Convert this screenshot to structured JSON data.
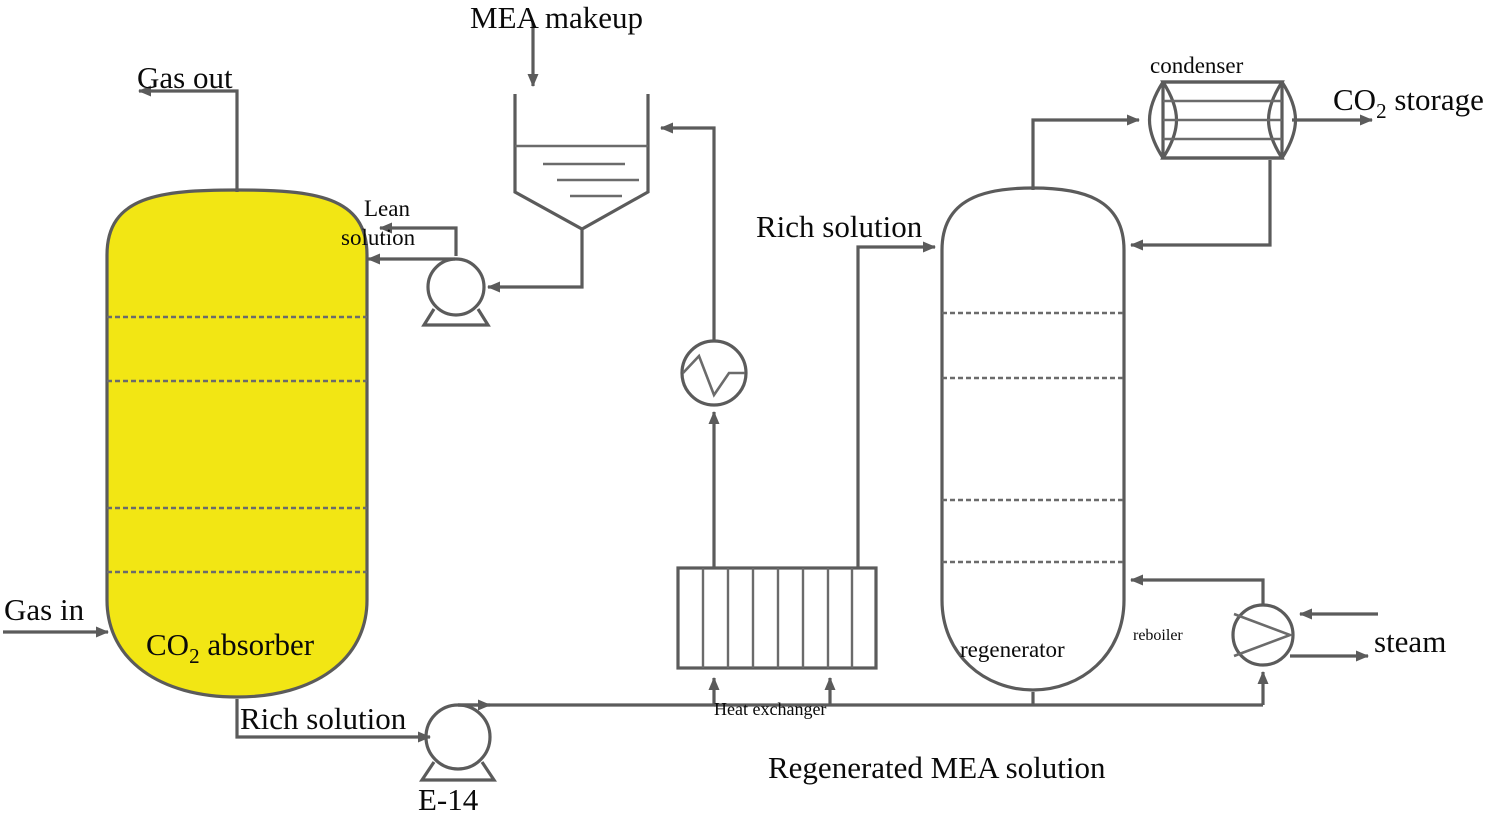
{
  "diagram": {
    "title": "MEA-based CO2 capture process flow diagram",
    "colors": {
      "absorber_fill": "#F2E614",
      "line": "#5b5b5b",
      "text": "#0a0a0a",
      "background": "#ffffff"
    }
  },
  "labels": {
    "gas_out": "Gas out",
    "gas_in": "Gas in",
    "mea_makeup": "MEA makeup",
    "lean_solution_line1": "Lean",
    "lean_solution_line2": "solution",
    "absorber_main": "CO",
    "absorber_sub": "2",
    "absorber_tail": " absorber",
    "rich_solution_bottom": "Rich solution",
    "pump_tag": "E-14",
    "heat_exchanger": "Heat exchanger",
    "rich_solution_top": "Rich solution",
    "condenser": "condenser",
    "co2_storage_main": "CO",
    "co2_storage_sub": "2",
    "co2_storage_tail": " storage",
    "regenerator": "regenerator",
    "reboiler": "reboiler",
    "steam": "steam",
    "regenerated_mea": "Regenerated MEA solution"
  },
  "equipment": [
    {
      "id": "absorber",
      "name": "CO2 absorber",
      "type": "packed-column",
      "fill": "#F2E614",
      "trays": 4
    },
    {
      "id": "mea-tank",
      "name": "MEA makeup tank",
      "type": "storage-tank"
    },
    {
      "id": "lean-pump",
      "name": "Lean solution pump",
      "type": "centrifugal-pump"
    },
    {
      "id": "rich-pump",
      "name": "E-14",
      "type": "centrifugal-pump"
    },
    {
      "id": "heat-exchanger",
      "name": "Heat exchanger",
      "type": "plate-exchanger",
      "plates": 8
    },
    {
      "id": "cooler",
      "name": "Cooler",
      "type": "heater-cooler"
    },
    {
      "id": "regenerator",
      "name": "regenerator",
      "type": "packed-column",
      "trays": 4
    },
    {
      "id": "condenser",
      "name": "condenser",
      "type": "shell-and-tube"
    },
    {
      "id": "reboiler",
      "name": "reboiler",
      "type": "kettle-reboiler"
    }
  ],
  "streams": [
    {
      "id": "gas-in",
      "label": "Gas in",
      "from": "flue-gas-source",
      "to": "absorber"
    },
    {
      "id": "gas-out",
      "label": "Gas out",
      "from": "absorber",
      "to": "atmosphere"
    },
    {
      "id": "mea-makeup",
      "label": "MEA makeup",
      "from": "mea-source",
      "to": "mea-tank"
    },
    {
      "id": "lean-solution",
      "label": "Lean solution",
      "from": "lean-pump",
      "to": "absorber"
    },
    {
      "id": "rich-solution-1",
      "label": "Rich solution",
      "from": "absorber",
      "to": "heat-exchanger"
    },
    {
      "id": "rich-solution-2",
      "label": "Rich solution",
      "from": "heat-exchanger",
      "to": "regenerator"
    },
    {
      "id": "overhead",
      "label": "",
      "from": "regenerator",
      "to": "condenser"
    },
    {
      "id": "co2-storage",
      "label": "CO2 storage",
      "from": "condenser",
      "to": "storage"
    },
    {
      "id": "reflux",
      "label": "",
      "from": "condenser",
      "to": "regenerator"
    },
    {
      "id": "reboiler-vapour",
      "label": "",
      "from": "reboiler",
      "to": "regenerator"
    },
    {
      "id": "steam",
      "label": "steam",
      "from": "steam-source",
      "to": "reboiler"
    },
    {
      "id": "regen-mea",
      "label": "Regenerated MEA solution",
      "from": "regenerator",
      "to": "heat-exchanger"
    }
  ]
}
